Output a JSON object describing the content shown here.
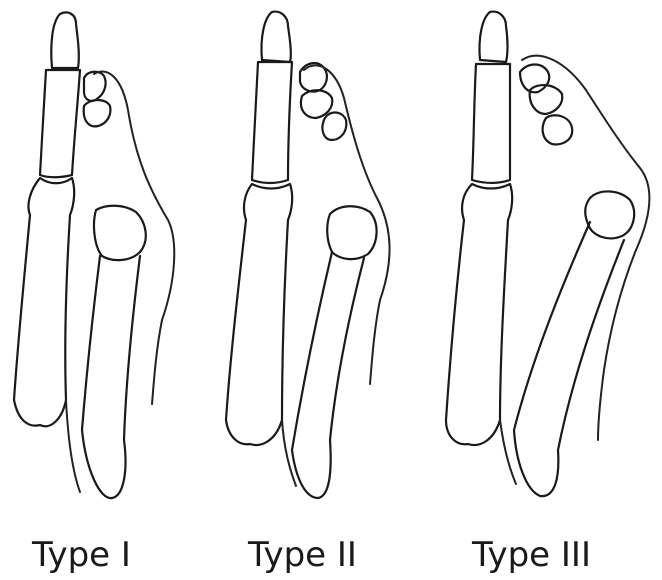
{
  "figure": {
    "panels": [
      {
        "id": "type-1",
        "caption": "Type I"
      },
      {
        "id": "type-2",
        "caption": "Type II"
      },
      {
        "id": "type-3",
        "caption": "Type III"
      }
    ]
  },
  "colors": {
    "line": "#1a1a1a",
    "background": "#ffffff"
  }
}
